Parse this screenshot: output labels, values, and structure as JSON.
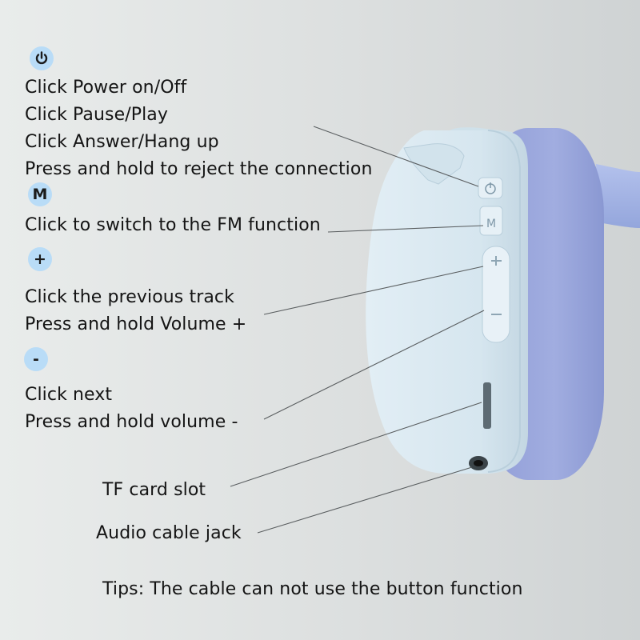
{
  "icons": {
    "power": "power-icon",
    "mode": "M",
    "plus": "+",
    "minus": "-"
  },
  "colors": {
    "icon_badge": "#b9dcf7",
    "earcup_shell": "#dceaf2",
    "cushion": "#9ba8dc",
    "headband": "#a5b6e6"
  },
  "labels": {
    "power_1": "Click Power on/Off",
    "power_2": "Click Pause/Play",
    "power_3": "Click Answer/Hang up",
    "power_4": "Press and hold to reject the connection",
    "mode_1": "Click to switch to the FM function",
    "plus_1": "Click the previous track",
    "plus_2": "Press and hold Volume +",
    "minus_1": "Click next",
    "minus_2": "Press and hold volume -",
    "tf_card": "TF card slot",
    "audio_jack": "Audio cable jack",
    "tips": "Tips: The cable can not use the button function"
  }
}
